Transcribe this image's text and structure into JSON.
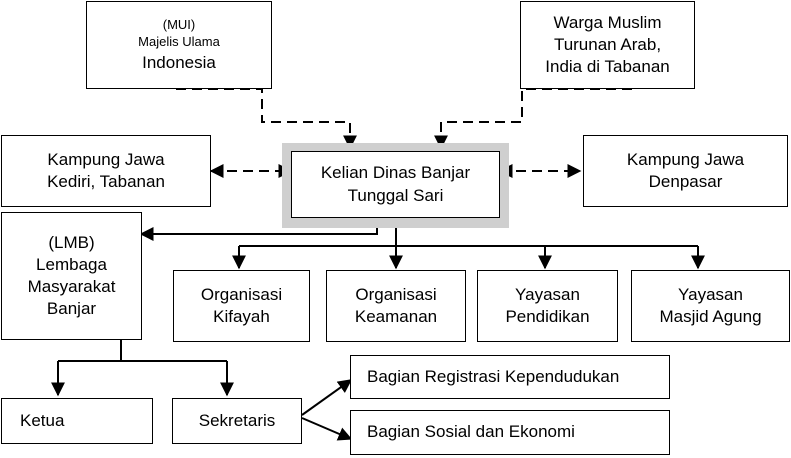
{
  "nodes": {
    "mui": {
      "lines": [
        "(MUI)",
        "Majelis Ulama",
        "Indonesia"
      ]
    },
    "warga": {
      "lines": [
        "Warga Muslim",
        "Turunan Arab,",
        "India di Tabanan"
      ]
    },
    "kampung_kediri": {
      "lines": [
        "Kampung Jawa",
        "Kediri, Tabanan"
      ]
    },
    "kelian": {
      "lines": [
        "Kelian Dinas Banjar",
        "Tunggal Sari"
      ]
    },
    "kampung_denpasar": {
      "lines": [
        "Kampung Jawa",
        "Denpasar"
      ]
    },
    "lmb": {
      "lines": [
        "(LMB)",
        "Lembaga",
        "Masyarakat",
        "Banjar"
      ]
    },
    "kifayah": {
      "lines": [
        "Organisasi",
        "Kifayah"
      ]
    },
    "keamanan": {
      "lines": [
        "Organisasi",
        "Keamanan"
      ]
    },
    "pendidikan": {
      "lines": [
        "Yayasan",
        "Pendidikan"
      ]
    },
    "masjid": {
      "lines": [
        "Yayasan",
        "Masjid Agung"
      ]
    },
    "ketua": {
      "lines": [
        "Ketua"
      ]
    },
    "sekretaris": {
      "lines": [
        "Sekretaris"
      ]
    },
    "registrasi": {
      "lines": [
        "Bagian Registrasi Kependudukan"
      ]
    },
    "sosial": {
      "lines": [
        "Bagian Sosial dan Ekonomi"
      ]
    }
  },
  "colors": {
    "line": "#000000",
    "highlight": "#cfcfcf"
  }
}
